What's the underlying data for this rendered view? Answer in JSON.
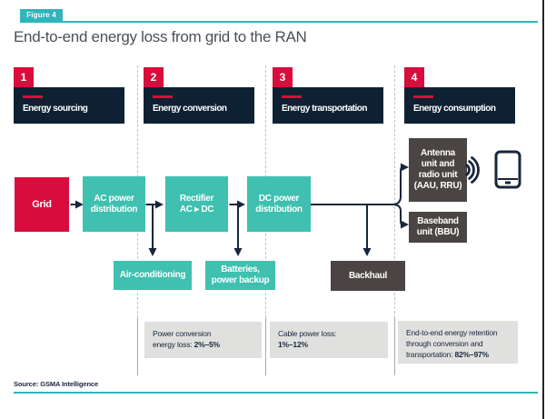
{
  "figure": {
    "badge": "Figure 4",
    "title": "End-to-end energy loss from grid to the RAN"
  },
  "columns": [
    {
      "number": "1",
      "label": "Energy sourcing"
    },
    {
      "number": "2",
      "label": "Energy conversion"
    },
    {
      "number": "3",
      "label": "Energy transportation"
    },
    {
      "number": "4",
      "label": "Energy consumption"
    }
  ],
  "nodes": {
    "grid": "Grid",
    "ac_power": "AC power\ndistribution",
    "rectifier": "Rectifier\nAC ▸ DC",
    "dc_power": "DC power\ndistribution",
    "air_conditioning": "Air-conditioning",
    "batteries": "Batteries,\npower backup",
    "backhaul": "Backhaul",
    "antenna": "Antenna\nunit and\nradio unit\n(AAU, RRU)",
    "baseband": "Baseband\nunit (BBU)"
  },
  "icons": {
    "wifi": "wifi-waves-icon",
    "phone": "mobile-phone-icon"
  },
  "notes": [
    {
      "text": "Power conversion\nenergy loss: ",
      "value": "2%–5%"
    },
    {
      "text": "Cable power loss:\n",
      "value": "1%–12%"
    },
    {
      "text": "End-to-end energy retention\nthrough conversion and\ntransportation: ",
      "value": "82%–97%"
    }
  ],
  "source": "Source: GSMA Intelligence",
  "colors": {
    "accent_red": "#d80d3c",
    "teal_box": "#3fc0b0",
    "teal_badge": "#2fb5ba",
    "navy_header": "#0e2133",
    "dark_gray_box": "#4a4543",
    "line_navy": "#17263c",
    "note_bg": "#e0e0df"
  }
}
